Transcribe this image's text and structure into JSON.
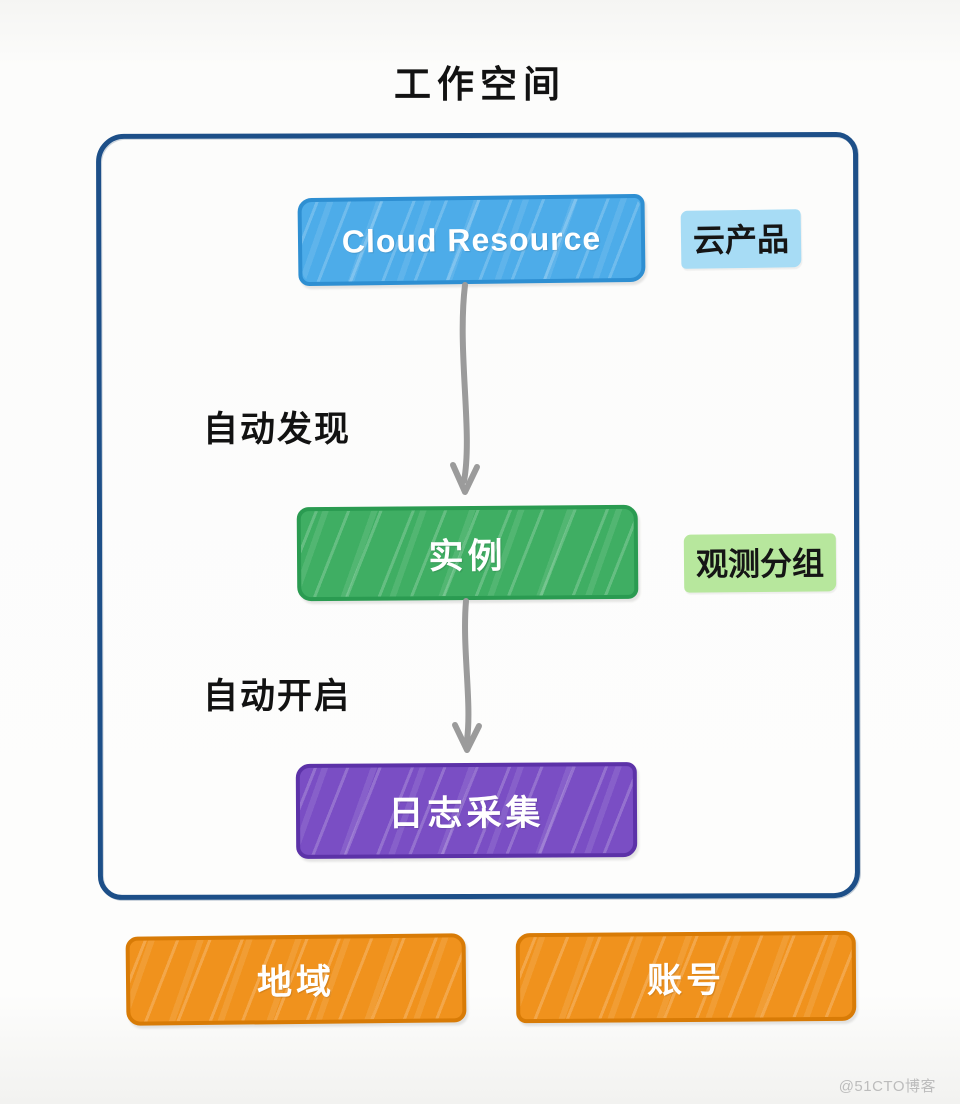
{
  "title": "工作空间",
  "colors": {
    "frame_border": "#1d4f88",
    "arrow": "#9b9b9b",
    "watermark": "#bcbcbc",
    "text": "#121212"
  },
  "nodes": {
    "cloud_resource": {
      "label": "Cloud Resource",
      "fill": "#4dace9",
      "border": "#2e8fd2",
      "text_color": "#ffffff"
    },
    "instance": {
      "label": "实例",
      "fill": "#3fae63",
      "border": "#2a9b51",
      "text_color": "#ffffff"
    },
    "log_collection": {
      "label": "日志采集",
      "fill": "#7a4ec4",
      "border": "#5c32a8",
      "text_color": "#ffffff"
    },
    "region": {
      "label": "地域",
      "fill": "#f0921d",
      "border": "#d87b06",
      "text_color": "#ffffff"
    },
    "account": {
      "label": "账号",
      "fill": "#f0921d",
      "border": "#d87b06",
      "text_color": "#ffffff"
    }
  },
  "annotations": {
    "cloud_product": {
      "text": "云产品",
      "highlight": "#a7dcf5"
    },
    "observe_group": {
      "text": "观测分组",
      "highlight": "#b7e79d"
    }
  },
  "edges": {
    "auto_discover": {
      "label": "自动发现"
    },
    "auto_enable": {
      "label": "自动开启"
    }
  },
  "watermark": "@51CTO博客"
}
